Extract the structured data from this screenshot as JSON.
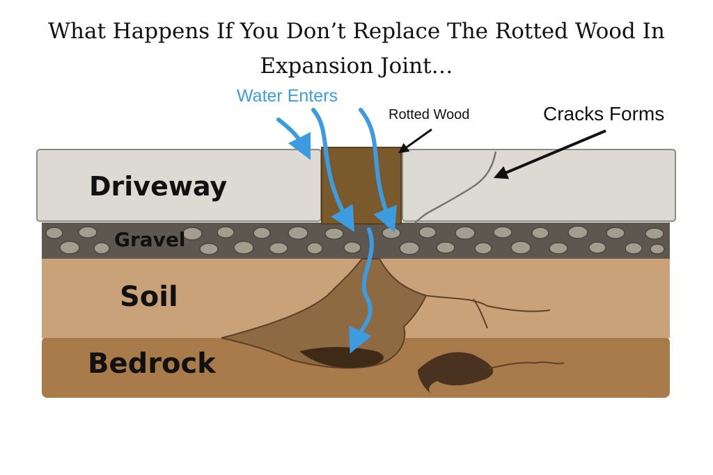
{
  "title": {
    "line1": "What Happens If You Don’t Replace The Rotted Wood In",
    "line2": "Expansion Joint…"
  },
  "callouts": {
    "water_enters": "Water Enters",
    "rotted_wood": "Rotted Wood",
    "cracks_forms": "Cracks Forms"
  },
  "layers": {
    "driveway": "Driveway",
    "gravel": "Gravel",
    "soil": "Soil",
    "bedrock": "Bedrock"
  },
  "colors": {
    "water": "#3d9be0",
    "concrete": "#dcdad3",
    "rotted_wood": "#7a5a2c",
    "gravel": "#6e665c",
    "soil": "#c9a27a",
    "bedrock": "#a97a4a"
  }
}
